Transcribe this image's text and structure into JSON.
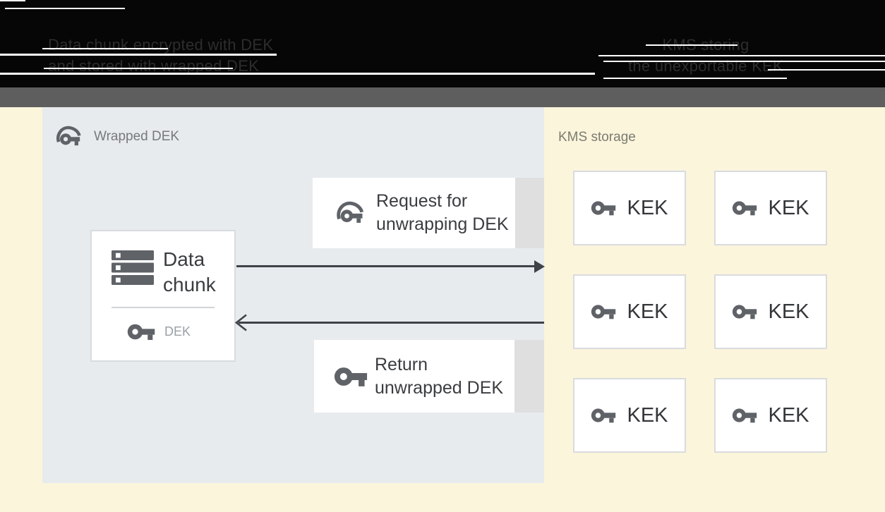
{
  "header": {
    "left_caption": {
      "line1": "Data chunk encrypted with DEK",
      "line2": "and stored with wrapped DEK"
    },
    "right_caption": {
      "line1": "KMS storing",
      "line2": "the unexportable KEK"
    }
  },
  "wrapped_dek_panel": {
    "title": "Wrapped DEK",
    "data_chunk_card": {
      "title_line1": "Data",
      "title_line2": "chunk",
      "key_label": "DEK"
    },
    "request_card": {
      "line1": "Request for",
      "line2": "unwrapping DEK"
    },
    "return_card": {
      "line1": "Return",
      "line2": "unwrapped DEK"
    }
  },
  "kms_panel": {
    "title": "KMS storage",
    "kek_cards": [
      {
        "label": "KEK"
      },
      {
        "label": "KEK"
      },
      {
        "label": "KEK"
      },
      {
        "label": "KEK"
      },
      {
        "label": "KEK"
      },
      {
        "label": "KEK"
      }
    ]
  },
  "colors": {
    "header_bg": "#060606",
    "header_text": "#2d2d2d",
    "divider_band": "#5e5e5e",
    "canvas_bg": "#fbf5dc",
    "panel_bg": "#e8ebee",
    "card_bg": "#ffffff",
    "card_border": "#d9dbde",
    "card_shadow_strip": "#dfdfdf",
    "icon_gray": "#5f6368",
    "text_primary": "#3a3d40",
    "text_muted": "#77797c",
    "dek_label_gray": "#9aa0a6",
    "arrow": "#3f4347"
  }
}
